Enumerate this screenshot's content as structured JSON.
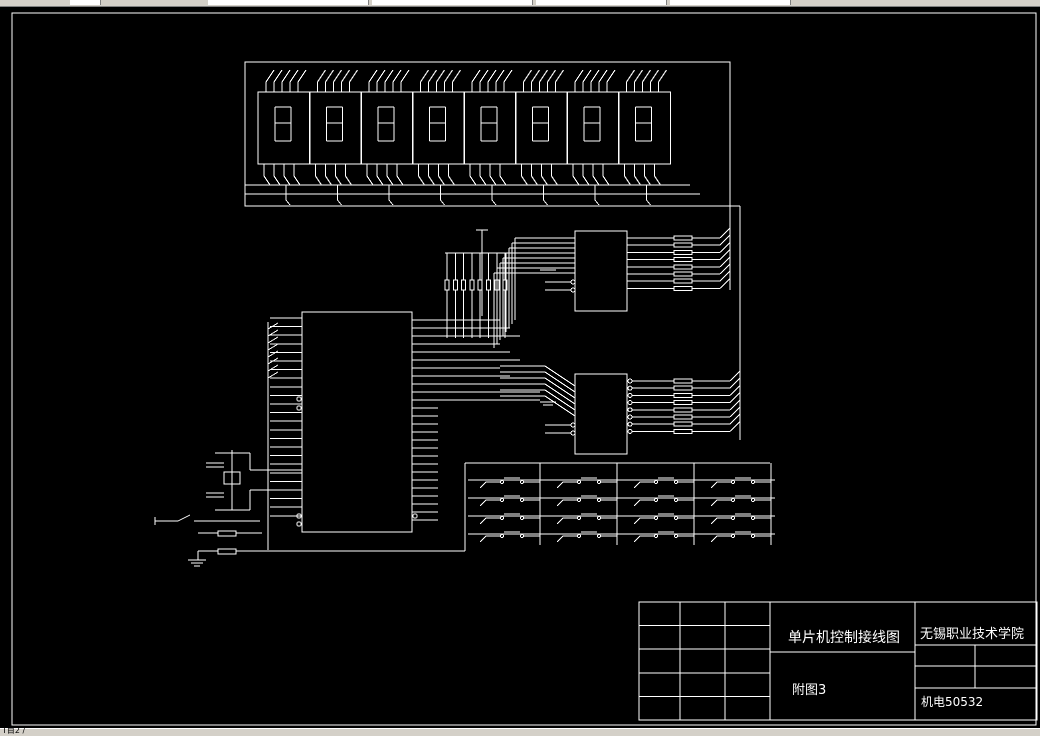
{
  "title_block": {
    "drawing_title": "单片机控制接线图",
    "school_name": "无锡职业技术学院",
    "figure_label": "附图3",
    "class_code": "机电50532"
  },
  "status": {
    "text": "T目2 /"
  },
  "colors": {
    "background": "#000000",
    "lines": "#ffffff",
    "chrome": "#d4d0c8"
  },
  "components": {
    "seven_segment_digits": 8,
    "keypad_keys": 16,
    "pullup_resistors": 8,
    "driver_resistors": 16
  }
}
